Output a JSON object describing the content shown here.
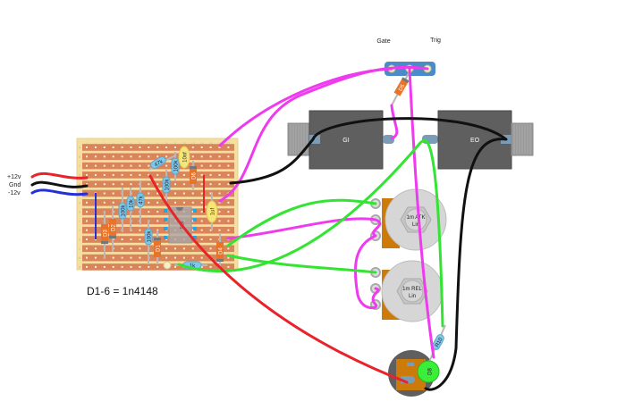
{
  "diagram": {
    "type": "stripboard-layout",
    "note": "D1-6 = 1n4148",
    "power_labels": [
      "+12v",
      "Gnd",
      "-12v"
    ],
    "colors": {
      "board": "#f5dfa0",
      "strip": "#d9845a",
      "plus12": "#e8232a",
      "gnd": "#111111",
      "minus12": "#2430d8",
      "signal_magenta": "#ee3bee",
      "signal_green": "#33e433",
      "jack_body": "#5f5f5f",
      "pot_body": "#d8d8d8",
      "led": "#3aee3a",
      "resistor": "#7ec8ea",
      "diode": "#e8742a",
      "cap": "#f6e67a"
    },
    "board": {
      "columns": 17,
      "rows": [
        "A",
        "B",
        "C",
        "D",
        "E",
        "F",
        "G",
        "H",
        "I",
        "J",
        "K",
        "L",
        "M",
        "N"
      ]
    },
    "components": {
      "resistors": [
        {
          "id": "r-47k-top",
          "label": "47k"
        },
        {
          "id": "r-100k-a",
          "label": "100k"
        },
        {
          "id": "r-100k-b",
          "label": "100k"
        },
        {
          "id": "r-100k-c",
          "label": "100k"
        },
        {
          "id": "r-10k",
          "label": "10k"
        },
        {
          "id": "r-47k-mid",
          "label": "47k"
        },
        {
          "id": "r-100k-d",
          "label": "100k"
        },
        {
          "id": "r-1k",
          "label": "1k"
        },
        {
          "id": "r-10-led",
          "label": "R10"
        }
      ],
      "diodes": [
        {
          "id": "d1",
          "label": "D1"
        },
        {
          "id": "d2",
          "label": "D2"
        },
        {
          "id": "d3",
          "label": "D3"
        },
        {
          "id": "d4",
          "label": "D4"
        },
        {
          "id": "d5",
          "label": "D5"
        },
        {
          "id": "d6",
          "label": "D6"
        }
      ],
      "capacitors": [
        {
          "id": "c-10nf",
          "label": "10nf"
        },
        {
          "id": "c-1uf",
          "label": "1uf"
        }
      ],
      "ic": {
        "label": "IC1"
      },
      "jacks": [
        {
          "id": "gi",
          "label": "GI"
        },
        {
          "id": "eo",
          "label": "EO"
        }
      ],
      "switch": {
        "labels": [
          "Gate",
          "Trig"
        ]
      },
      "pots": [
        {
          "id": "atk",
          "label_line1": "1m ATK",
          "label_line2": "Lin"
        },
        {
          "id": "rel",
          "label_line1": "1m REL",
          "label_line2": "Lin"
        }
      ],
      "led": {
        "label": "D8"
      }
    }
  }
}
